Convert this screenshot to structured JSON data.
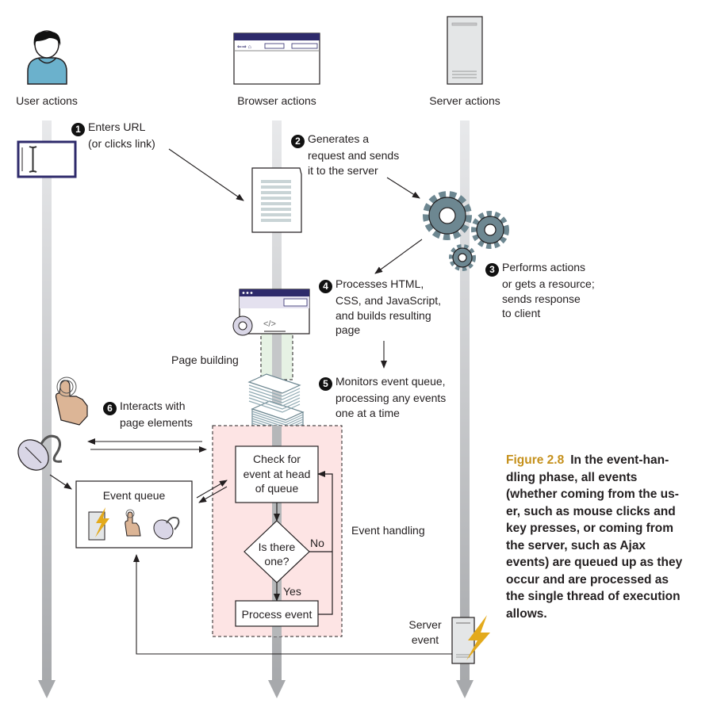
{
  "columns": {
    "user": "User actions",
    "browser": "Browser actions",
    "server": "Server actions"
  },
  "steps": [
    {
      "num": "1",
      "lines": [
        "Enters URL",
        "(or clicks link)"
      ]
    },
    {
      "num": "2",
      "lines": [
        "Generates a",
        "request and sends",
        "it to the server"
      ]
    },
    {
      "num": "3",
      "lines": [
        "Performs actions",
        "or gets a resource;",
        "sends response",
        "to client"
      ]
    },
    {
      "num": "4",
      "lines": [
        "Processes HTML,",
        "CSS, and JavaScript,",
        "and builds resulting",
        "page"
      ]
    },
    {
      "num": "5",
      "lines": [
        "Monitors event queue,",
        "processing any events",
        "one at a time"
      ]
    },
    {
      "num": "6",
      "lines": [
        "Interacts with",
        "page elements"
      ]
    }
  ],
  "labels": {
    "page_building": "Page building",
    "event_handling": "Event handling",
    "event_queue": "Event queue",
    "server_event_line1": "Server",
    "server_event_line2": "event"
  },
  "flowchart": {
    "check_line1": "Check for",
    "check_line2": "event at head",
    "check_line3": "of queue",
    "decision_line1": "Is there",
    "decision_line2": "one?",
    "no": "No",
    "yes": "Yes",
    "process": "Process event"
  },
  "caption": {
    "figure": "Figure 2.8",
    "lines": [
      "In the event-han-",
      "dling phase, all events",
      "(whether coming from the us-",
      "er, such as mouse clicks and",
      "key presses, or coming from",
      "the server, such as Ajax",
      "events) are queued up as they",
      "occur and are processed as",
      "the single thread of execution",
      "allows."
    ]
  },
  "colors": {
    "lane": "#a7a9ac",
    "lane_light": "#e1e2e4",
    "gear": "#6d8791",
    "person": "#6bb1cc",
    "browser_bar": "#2e2a6b",
    "event_region": "#fde4e4",
    "page_build_region": "#e6f2e4",
    "bolt": "#e3aa1c",
    "hand": "#dcb596",
    "mouse": "#d9d6e6",
    "caption_accent": "#c5901b"
  }
}
